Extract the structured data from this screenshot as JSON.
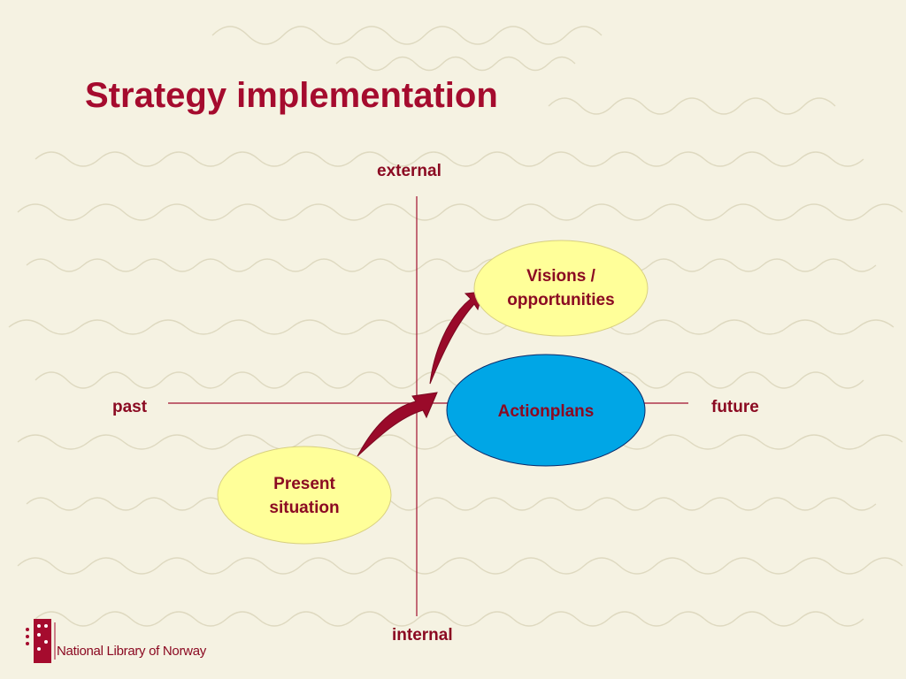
{
  "slide": {
    "title": "Strategy implementation"
  },
  "axes": {
    "top_label": "external",
    "bottom_label": "internal",
    "left_label": "past",
    "right_label": "future"
  },
  "nodes": {
    "visions": {
      "line1": "Visions /",
      "line2": "opportunities"
    },
    "actionplans": {
      "label": "Actionplans"
    },
    "present": {
      "line1": "Present",
      "line2": "situation"
    }
  },
  "footer": {
    "logo_text": "National Library of Norway"
  },
  "colors": {
    "title": "#a50b2e",
    "axis": "#8b0a22",
    "arrow": "#9a0a2a",
    "yellow_ellipse": "#ffff99",
    "blue_ellipse": "#00a6e6",
    "background": "#f5f2e2"
  }
}
